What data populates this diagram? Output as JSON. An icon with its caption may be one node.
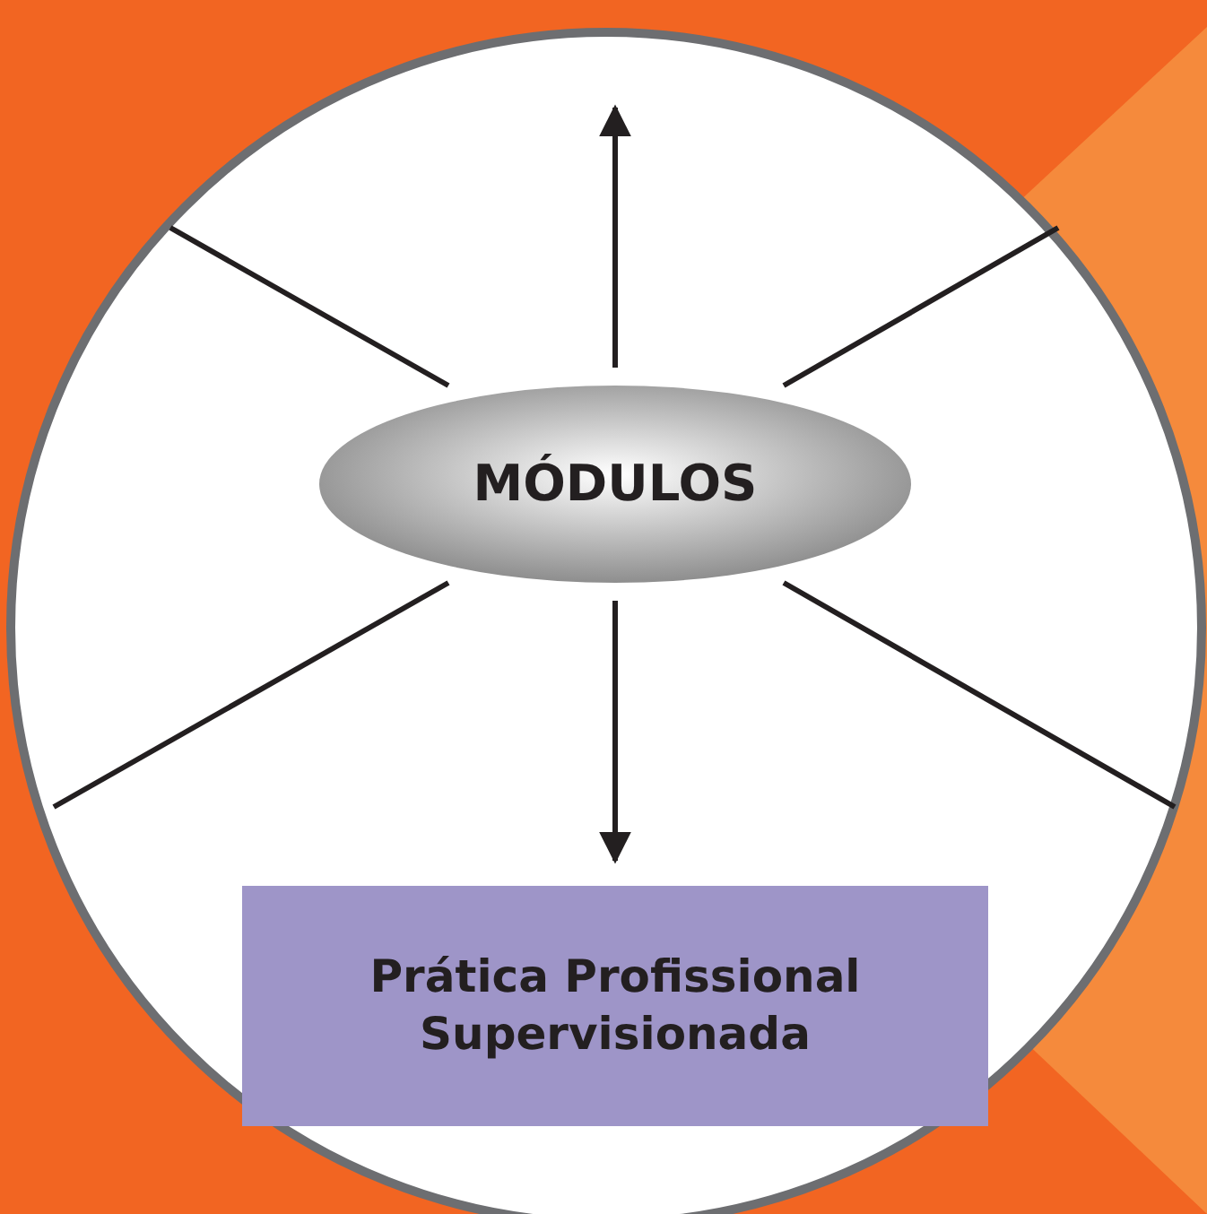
{
  "diagram": {
    "nodes": [
      {
        "text": [
          "MÓDULOS"
        ]
      },
      {
        "text": [
          "Prática Profissional Supervisionada"
        ]
      }
    ],
    "edges": [
      {
        "from": 0,
        "to": null,
        "arrow": "to"
      },
      {
        "from": 0,
        "to": 1,
        "arrow": "to"
      }
    ]
  }
}
